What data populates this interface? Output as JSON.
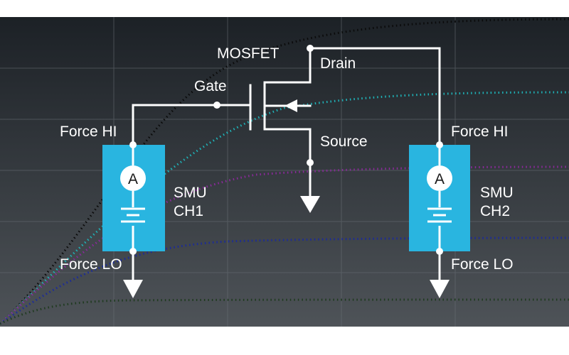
{
  "labels": {
    "mosfet": "MOSFET",
    "drain": "Drain",
    "gate": "Gate",
    "source": "Source",
    "left_force_hi": "Force HI",
    "left_force_lo": "Force LO",
    "right_force_hi": "Force HI",
    "right_force_lo": "Force LO",
    "smu1_line1": "SMU",
    "smu1_line2": "CH1",
    "smu2_line1": "SMU",
    "smu2_line2": "CH2",
    "ammeter1": "A",
    "ammeter2": "A"
  },
  "colors": {
    "background_top": "#1c2126",
    "background_bottom": "#4e5358",
    "grid": "#6a7076",
    "smu_fill": "#29b5e0",
    "wire": "#ffffff",
    "curve_black": "#0a0a0a",
    "curve_cyan": "#1fb3b8",
    "curve_purple": "#8a2a9a",
    "curve_blue": "#1a2a9c",
    "curve_green": "#1e3a1e"
  },
  "icons": [
    "ammeter-icon",
    "battery-icon",
    "ground-arrow-icon",
    "mosfet-symbol-icon"
  ]
}
